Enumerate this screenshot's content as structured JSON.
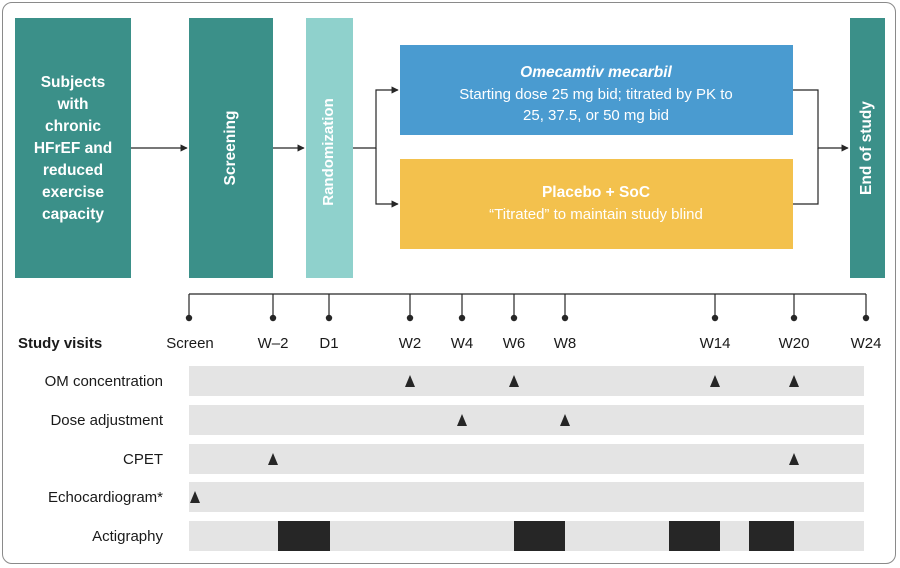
{
  "colors": {
    "teal": "#3b9089",
    "light_teal": "#8fd1cc",
    "blue": "#4a9bd0",
    "yellow": "#f3c14d",
    "row_bg": "#e4e4e4",
    "block": "#262626",
    "marker": "#262626"
  },
  "flow": {
    "subjects_lines": [
      "Subjects",
      "with",
      "chronic",
      "HFrEF and",
      "reduced",
      "exercise",
      "capacity"
    ],
    "screening": "Screening",
    "randomization": "Randomization",
    "om_title": "Omecamtiv mecarbil",
    "om_line1": "Starting dose 25 mg bid; titrated by PK to",
    "om_line2": "25, 37.5, or 50 mg bid",
    "placebo_title": "Placebo + SoC",
    "placebo_line": "“Titrated” to maintain study blind",
    "end": "End of study"
  },
  "timeline": {
    "header": "Study visits",
    "visits": [
      "Screen",
      "W–2",
      "D1",
      "W2",
      "W4",
      "W6",
      "W8",
      "W14",
      "W20",
      "W24"
    ]
  },
  "rows": [
    {
      "label": "OM concentration",
      "markers": [
        "W2",
        "W6",
        "W14",
        "W20"
      ]
    },
    {
      "label": "Dose adjustment",
      "markers": [
        "W4",
        "W8"
      ]
    },
    {
      "label": "CPET",
      "markers": [
        "W–2",
        "W20"
      ]
    },
    {
      "label": "Echocardiogram*",
      "markers": [
        "Screen"
      ]
    },
    {
      "label": "Actigraphy",
      "blocks": [
        [
          "W–2",
          "D1"
        ],
        [
          "W6",
          "W8"
        ],
        [
          "W14",
          "W14+"
        ],
        [
          "W20-",
          "W20"
        ]
      ]
    }
  ]
}
